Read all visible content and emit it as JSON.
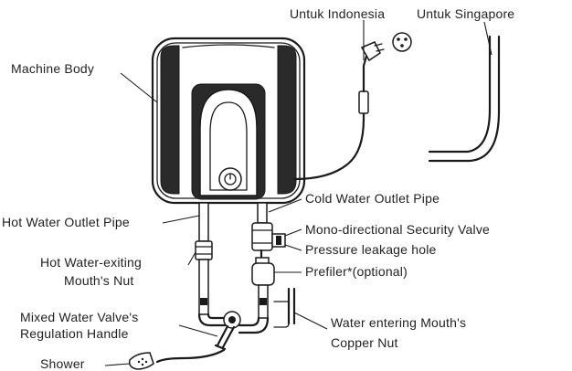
{
  "labels": {
    "indonesia": "Untuk Indonesia",
    "singapore": "Untuk Singapore",
    "machine_body": "Machine Body",
    "cold_outlet": "Cold Water Outlet Pipe",
    "hot_outlet": "Hot Water Outlet Pipe",
    "security_valve": "Mono-directional Security Valve",
    "pressure_hole": "Pressure leakage hole",
    "hot_nut_1": "Hot Water-exiting",
    "hot_nut_2": "Mouth's Nut",
    "prefiler": "Prefiler*(optional)",
    "mixed_valve_1": "Mixed Water Valve's",
    "mixed_valve_2": "Regulation Handle",
    "water_entering_1": "Water entering Mouth's",
    "water_entering_2": "Copper Nut",
    "shower": "Shower"
  }
}
